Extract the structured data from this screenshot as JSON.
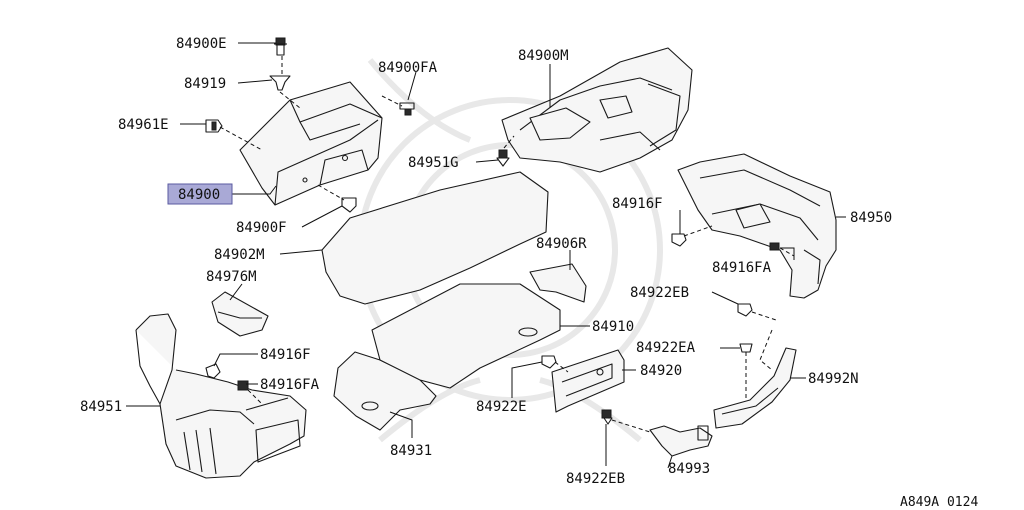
{
  "diagram_id": "A849A 0124",
  "callouts": {
    "p84900E": "84900E",
    "p84919": "84919",
    "p84900FA": "84900FA",
    "p84961E": "84961E",
    "p84900": "84900",
    "p84900F": "84900F",
    "p84902M": "84902M",
    "p84976M": "84976M",
    "p84916F_left": "84916F",
    "p84916FA_left": "84916FA",
    "p84951": "84951",
    "p84931": "84931",
    "p84900M": "84900M",
    "p84951G": "84951G",
    "p84906R": "84906R",
    "p84910": "84910",
    "p84920": "84920",
    "p84922E": "84922E",
    "p84916F_right": "84916F",
    "p84950": "84950",
    "p84916FA_right": "84916FA",
    "p84922EB_top": "84922EB",
    "p84922EA": "84922EA",
    "p84992N": "84992N",
    "p84993": "84993",
    "p84922EB_bottom": "84922EB"
  },
  "highlight_color": "#a9a9d6"
}
